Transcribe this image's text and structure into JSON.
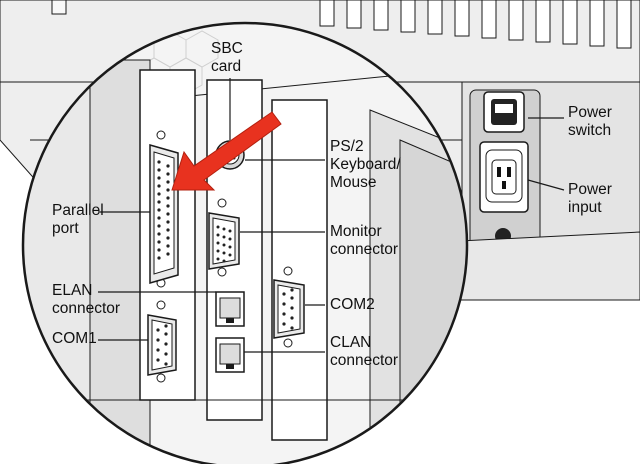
{
  "labels": {
    "sbc_card": "SBC\ncard",
    "ps2": "PS/2\nKeyboard/\nMouse",
    "monitor": "Monitor\nconnector",
    "com2": "COM2",
    "clan": "CLAN\nconnector",
    "parallel": "Parallel\nport",
    "elan": "ELAN\nconnector",
    "com1": "COM1",
    "power_switch": "Power\nswitch",
    "power_input": "Power\ninput"
  },
  "colors": {
    "arrow": "#e8321f",
    "outline": "#1a1a1a",
    "panel_light": "#f4f4f4",
    "panel_mid": "#dcdcdc",
    "panel_dark": "#c4c4c4"
  },
  "icons": {
    "arrow": "red-pointer-arrow",
    "callout": "magnified-circle-callout"
  }
}
